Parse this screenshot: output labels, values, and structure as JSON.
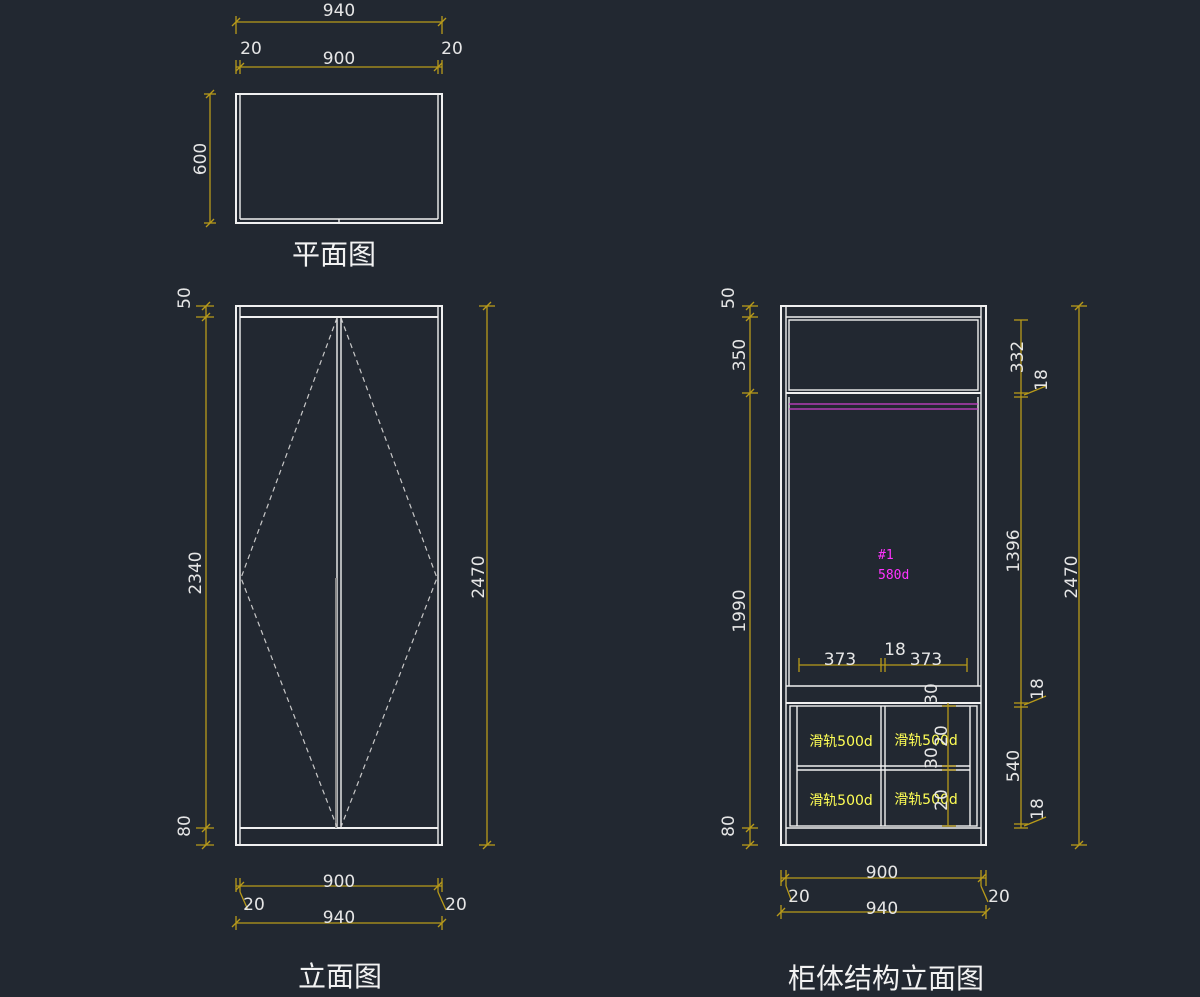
{
  "titles": {
    "plan": "平面图",
    "elevation": "立面图",
    "structure": "柜体结构立面图"
  },
  "plan_dims": {
    "overall_width": "940",
    "inner_width": "900",
    "side_left": "20",
    "side_right": "20",
    "depth": "600"
  },
  "elevation_dims": {
    "top": "50",
    "middle": "2340",
    "bottom": "80",
    "total_height": "2470",
    "inner_width": "900",
    "overall_width": "940",
    "side_left": "20",
    "side_right": "20"
  },
  "structure_dims": {
    "top": "50",
    "upper": "350",
    "main": "1990",
    "bottom": "80",
    "total_height": "2470",
    "top_shelf": "332",
    "shelf_thk_1": "18",
    "hanging": "1396",
    "shelf_thk_2": "18",
    "drawer_zone": "540",
    "shelf_thk_3": "18",
    "drawer_w_left": "373",
    "divider": "18",
    "drawer_w_right": "373",
    "gap_top": "30",
    "gap_a": "20",
    "gap_mid": "30",
    "gap_b": "20",
    "inner_width": "900",
    "overall_width": "940",
    "side_left": "20",
    "side_right": "20"
  },
  "annotations": {
    "rod_id": "#1",
    "rod_len": "580d",
    "drawer_tl": "滑轨500d",
    "drawer_tr": "滑轨500d",
    "drawer_bl": "滑轨500d",
    "drawer_br": "滑轨500d"
  },
  "colors": {
    "background": "#222831",
    "outline": "#f0f0f0",
    "dimension": "#b89a1a",
    "rod": "#d040d0",
    "label": "#ffff55"
  }
}
